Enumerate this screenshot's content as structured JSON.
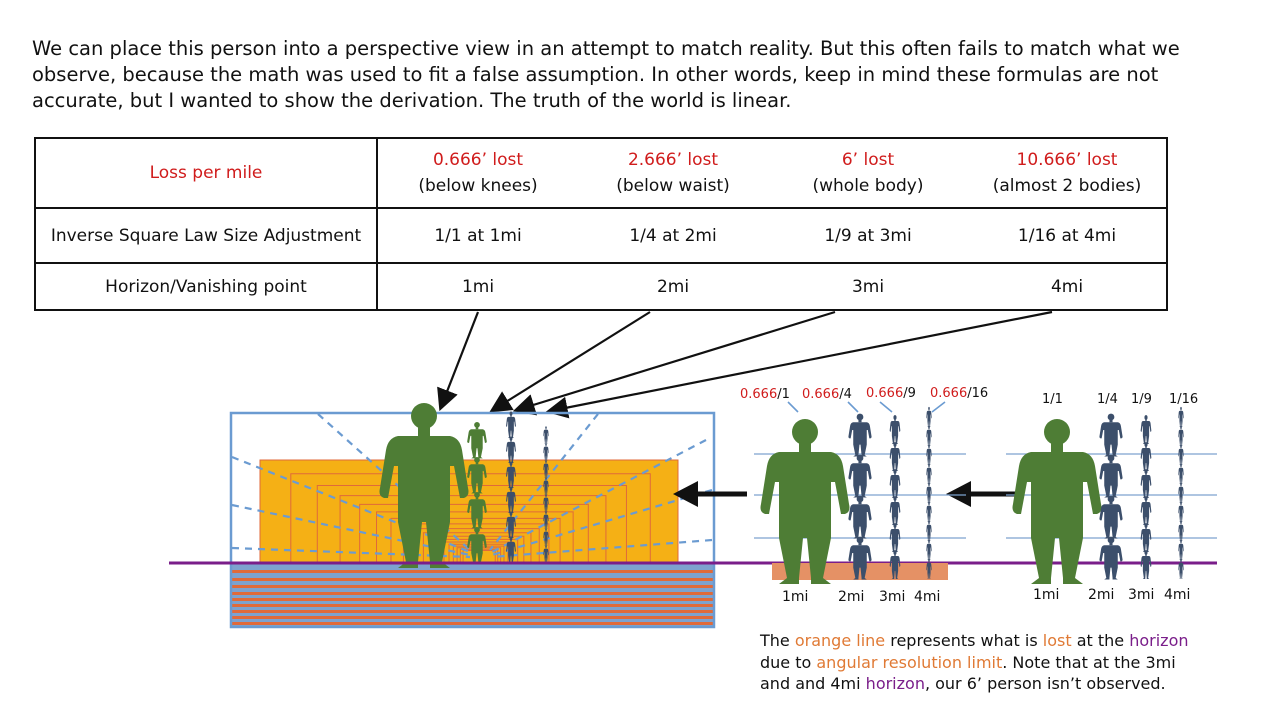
{
  "intro": {
    "line1": "We can place this person into a perspective view in an attempt to match reality.  But this often fails to match what we",
    "line2": "observe, because the math was used to fit a false assumption.  In other words, keep in mind these formulas are not",
    "line3": "accurate, but I wanted to show the derivation.  The truth of the world is linear."
  },
  "table": {
    "row1_label": "Loss per mile",
    "row2_label": "Inverse Square Law Size Adjustment",
    "row3_label": "Horizon/Vanishing point",
    "cols": [
      {
        "loss": "0.666’ lost",
        "desc": "(below knees)",
        "isl": "1/1 at 1mi",
        "horizon": "1mi"
      },
      {
        "loss": "2.666’ lost",
        "desc": "(below waist)",
        "isl": "1/4 at 2mi",
        "horizon": "2mi"
      },
      {
        "loss": "6’ lost",
        "desc": "(whole body)",
        "isl": "1/9 at 3mi",
        "horizon": "3mi"
      },
      {
        "loss": "10.666’ lost",
        "desc": "(almost 2 bodies)",
        "isl": "1/16 at 4mi",
        "horizon": "4mi"
      }
    ]
  },
  "middle_fig": {
    "labels": [
      {
        "red": "0.666",
        "rest": "/1"
      },
      {
        "red": "0.666",
        "rest": "/4"
      },
      {
        "red": "0.666",
        "rest": "/9"
      },
      {
        "red": "0.666",
        "rest": "/16"
      }
    ],
    "distances": [
      "1mi",
      "2mi",
      "3mi",
      "4mi"
    ]
  },
  "right_fig": {
    "labels": [
      "1/1",
      "1/4",
      "1/9",
      "1/16"
    ],
    "distances": [
      "1mi",
      "2mi",
      "3mi",
      "4mi"
    ]
  },
  "caption": {
    "t1": "The ",
    "t2": "orange line",
    "t3": " represents what is ",
    "t4": "lost",
    "t5": " at the ",
    "t6": "horizon",
    "t7": "due to ",
    "t8": "angular resolution limit",
    "t9": ".  Note that at the 3mi",
    "t10": "and and 4mi ",
    "t11": "horizon",
    "t12": ", our 6’ person isn’t observed."
  },
  "colors": {
    "figure_green": "#4e7d35",
    "figure_blue": "#3c4f6b",
    "horizon_purple": "#7a1e8a",
    "tunnel_orange": "#f5b015",
    "tunnel_lines": "#e06a3a",
    "frame_blue": "#6b9bd1",
    "loss_red": "#d01c1c"
  }
}
